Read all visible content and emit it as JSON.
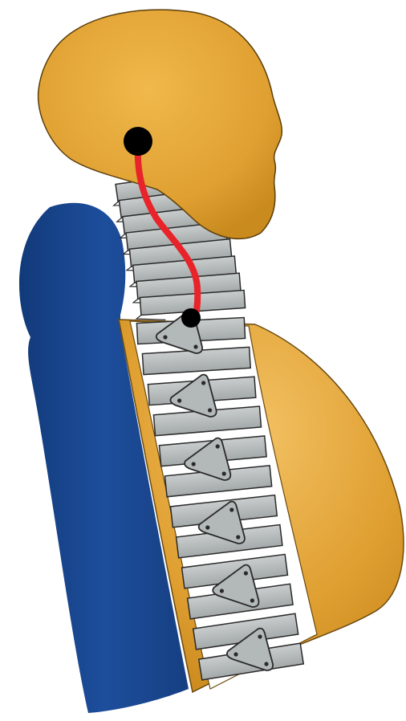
{
  "figure": {
    "subject": "dummy-neck-spine-side-view",
    "colors": {
      "skin": "#e0a032",
      "skin_shade": "#c9861c",
      "seat": "#1d4e9c",
      "seat_shade": "#123a7a",
      "vertebra": "#b9bdbd",
      "vertebra_dark": "#8e9393",
      "outline": "#2a2a2a",
      "cable": "#e8242a",
      "pivot": "#000000",
      "background": "#ffffff"
    },
    "neck_segment_count": 8,
    "spine_segment_count": 12,
    "joint_plate_count": 6
  }
}
